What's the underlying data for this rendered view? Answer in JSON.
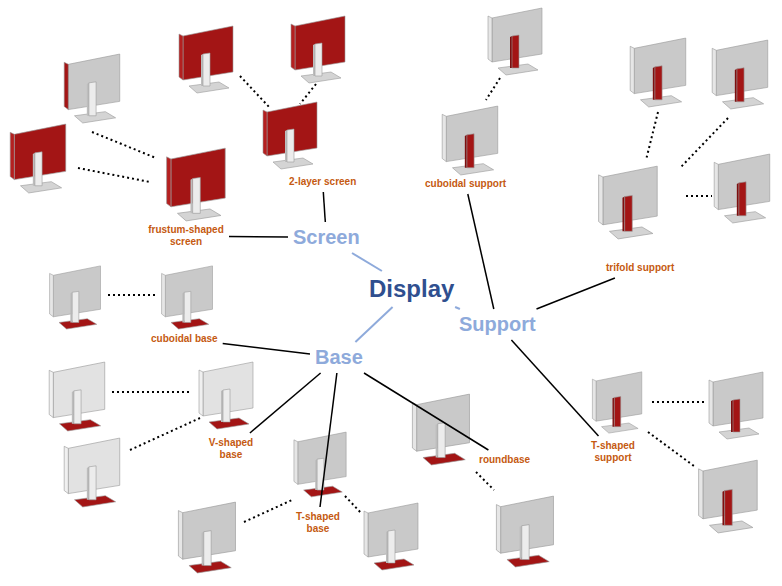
{
  "diagram": {
    "nodes": [
      {
        "text": [
          "Display"
        ]
      },
      {
        "text": [
          "Screen"
        ]
      },
      {
        "text": [
          "Support"
        ]
      },
      {
        "text": [
          "Base"
        ]
      },
      {
        "text": [
          "frustum-shaped screen"
        ]
      },
      {
        "text": [
          "2-layer screen"
        ]
      },
      {
        "text": [
          "cuboidal support"
        ]
      },
      {
        "text": [
          "trifold support"
        ]
      },
      {
        "text": [
          "T-shaped support"
        ]
      },
      {
        "text": [
          "cuboidal base"
        ]
      },
      {
        "text": [
          "V-shaped base"
        ]
      },
      {
        "text": [
          "T-shaped base"
        ]
      },
      {
        "text": [
          "roundbase"
        ]
      }
    ],
    "edges": [
      {
        "from": 0,
        "to": 1,
        "arrow": "none"
      },
      {
        "from": 0,
        "to": 2,
        "arrow": "none"
      },
      {
        "from": 0,
        "to": 3,
        "arrow": "none"
      },
      {
        "from": 1,
        "to": 4,
        "arrow": "none"
      },
      {
        "from": 1,
        "to": 5,
        "arrow": "none"
      },
      {
        "from": 2,
        "to": 6,
        "arrow": "none"
      },
      {
        "from": 2,
        "to": 7,
        "arrow": "none"
      },
      {
        "from": 2,
        "to": 8,
        "arrow": "none"
      },
      {
        "from": 3,
        "to": 9,
        "arrow": "none"
      },
      {
        "from": 3,
        "to": 10,
        "arrow": "none"
      },
      {
        "from": 3,
        "to": 11,
        "arrow": "none"
      },
      {
        "from": 3,
        "to": 12,
        "arrow": "none"
      }
    ]
  }
}
